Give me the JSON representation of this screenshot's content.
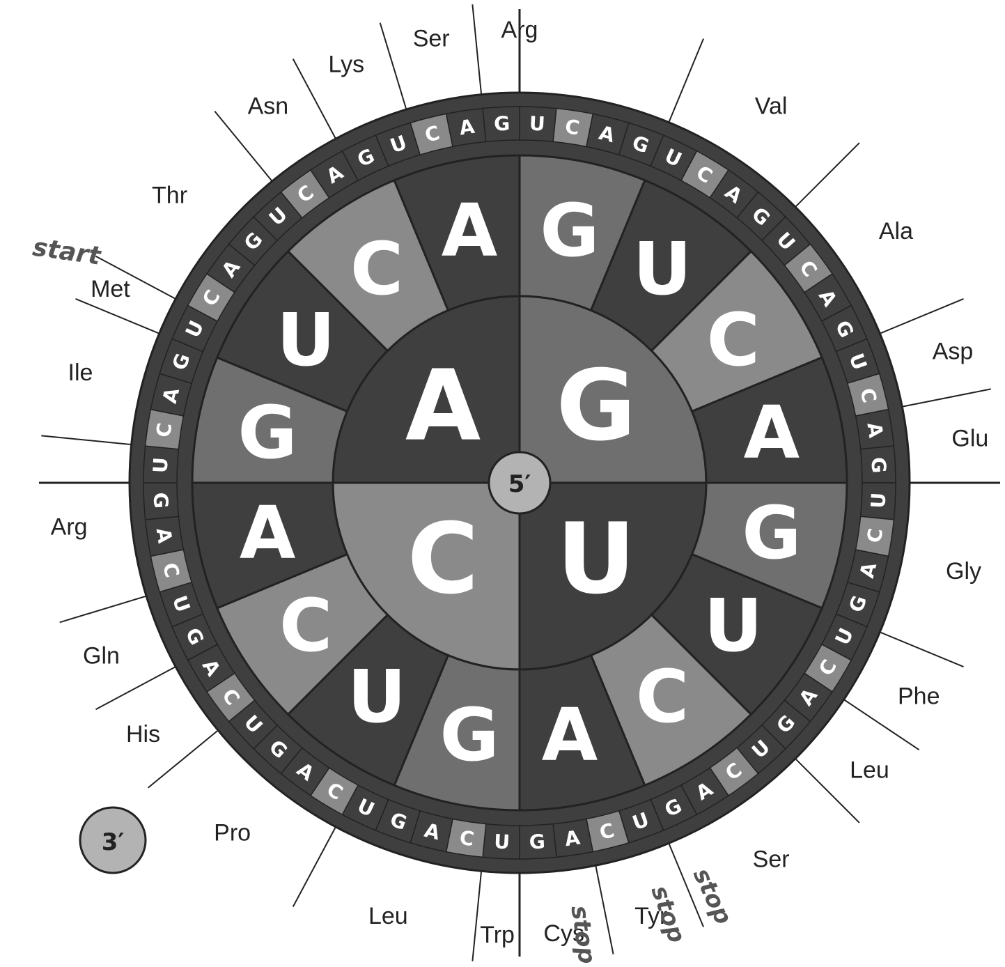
{
  "center_label": "5′",
  "end_label": "3′",
  "first_bases": [
    "U",
    "C",
    "A",
    "G"
  ],
  "second_bases": [
    "U",
    "C",
    "A",
    "G"
  ],
  "third_bases": [
    "U",
    "C",
    "A",
    "G"
  ],
  "amino_acids": [
    {
      "label": "Val",
      "first": 11
    },
    {
      "label": "Ala",
      "first": 4
    },
    {
      "label": "Asp",
      "first": 0
    },
    {
      "label": "Glu",
      "first": 2
    },
    {
      "label": "Gly",
      "first": 4
    },
    {
      "label": "Phe",
      "first": 0
    },
    {
      "label": "Leu",
      "first": 2
    },
    {
      "label": "Ser",
      "first": 4
    },
    {
      "label": "Tyr",
      "first": 0
    },
    {
      "label": "Cys",
      "first": 0
    },
    {
      "label": "Trp",
      "first": 3
    },
    {
      "label": "Leu",
      "first": 4
    },
    {
      "label": "Pro",
      "first": 4
    },
    {
      "label": "His",
      "first": 0
    },
    {
      "label": "Gln",
      "first": 2
    },
    {
      "label": "Arg",
      "first": 4
    },
    {
      "label": "Ile",
      "first": 0
    },
    {
      "label": "Met",
      "first": 3
    },
    {
      "label": "Thr",
      "first": 4
    },
    {
      "label": "Asn",
      "first": 0
    },
    {
      "label": "Lys",
      "first": 2
    },
    {
      "label": "Ser",
      "first": 0
    },
    {
      "label": "Arg",
      "first": 2
    }
  ],
  "annotations": {
    "start": "start",
    "stop": "stop"
  },
  "colors": {
    "dark": "#3f3f3f",
    "mid": "#6f6f6f",
    "light": "#8a8a8a",
    "outline": "#222222",
    "center_fill": "#b3b3b3"
  }
}
